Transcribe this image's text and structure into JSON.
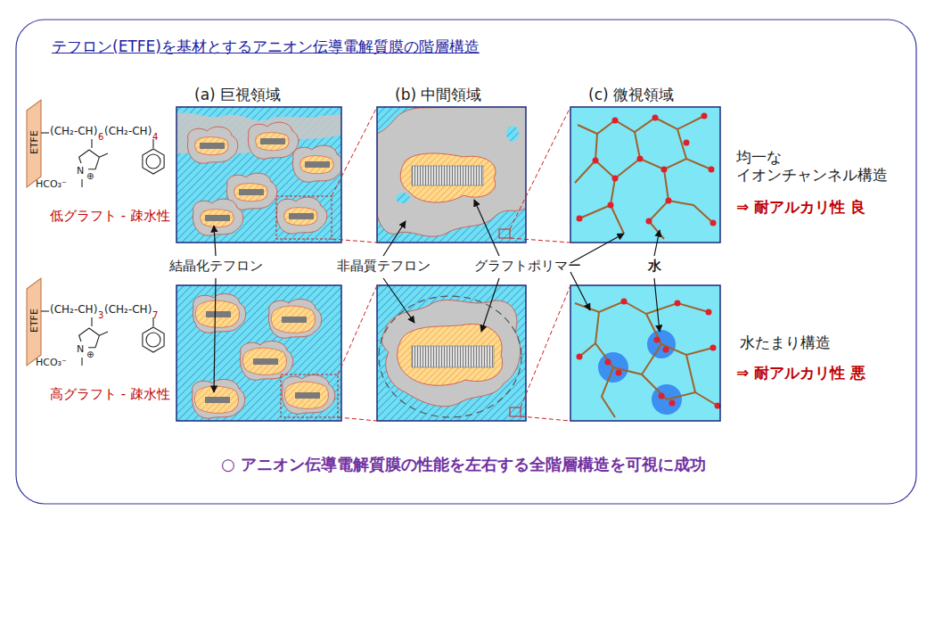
{
  "diagram": {
    "title": "テフロン(ETFE)を基材とするアニオン伝導電解質膜の階層構造",
    "caption": "○ アニオン伝導電解質膜の性能を左右する全階層構造を可視に成功",
    "nodes": [
      {
        "text": [
          "(a) 巨視領域"
        ]
      },
      {
        "text": [
          "(b) 中間領域"
        ]
      },
      {
        "text": [
          "(c) 微視領域"
        ]
      }
    ],
    "labels": [
      "ETFE",
      "(CH₂-CH)",
      "6",
      "(CH₂-CH)",
      "4",
      "HCO₃⁻",
      "N",
      "⊕",
      "低グラフト - 疎水性",
      "ETFE",
      "(CH₂-CH)",
      "3",
      "(CH₂-CH)",
      "7",
      "HCO₃⁻",
      "N",
      "⊕",
      "高グラフト - 疎水性",
      "結晶化テフロン",
      "非晶質テフロン",
      "グラフトポリマー",
      "水",
      "均一な イオンチャンネル構造",
      "⇒ 耐アルカリ性 良",
      "水たまり構造",
      "⇒ 耐アルカリ性 悪"
    ]
  }
}
